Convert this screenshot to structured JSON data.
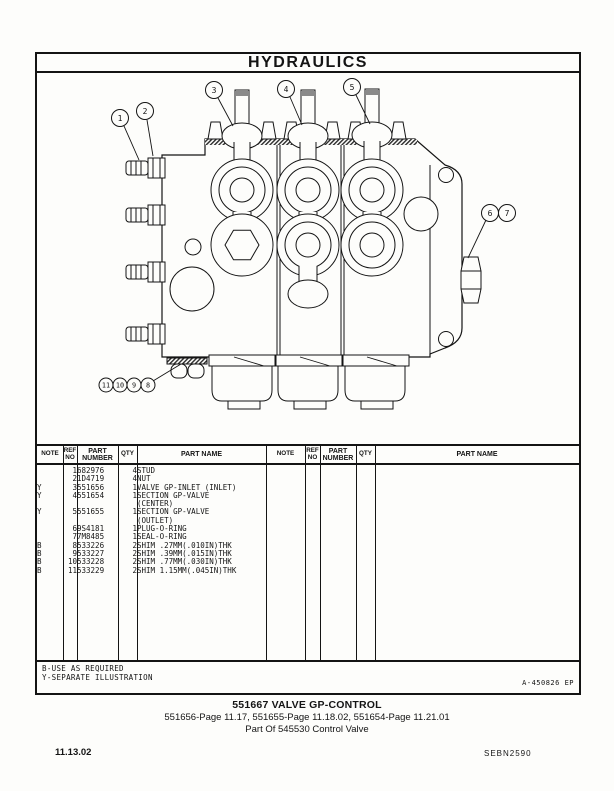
{
  "page": {
    "header_title": "HYDRAULICS",
    "illustration_ref": "A-450826 EP",
    "notes_legend": {
      "line1": "B-USE AS REQUIRED",
      "line2": "Y-SEPARATE ILLUSTRATION"
    },
    "caption": {
      "title": "551667 VALVE GP-CONTROL",
      "page_refs": "551656-Page 11.17, 551655-Page 11.18.02, 551654-Page 11.21.01",
      "part_of": "Part Of 545530 Control Valve"
    },
    "footer": {
      "date": "11.13.02",
      "doc_number": "SEBN2590"
    }
  },
  "diagram": {
    "description": "valve gp-control exploded side view, three sections",
    "callouts": [
      "1",
      "2",
      "3",
      "4",
      "5",
      "6",
      "7",
      "8",
      "9",
      "10",
      "11"
    ]
  },
  "table": {
    "headers": {
      "note": "NOTE",
      "ref_no": "REF\nNO",
      "part_number": "PART\nNUMBER",
      "qty": "QTY",
      "part_name": "PART NAME"
    },
    "rows": [
      {
        "note": "",
        "ref": "1",
        "part_number": "682976",
        "qty": "4",
        "part_name": "STUD"
      },
      {
        "note": "",
        "ref": "2",
        "part_number": "1D4719",
        "qty": "4",
        "part_name": "NUT"
      },
      {
        "note": "Y",
        "ref": "3",
        "part_number": "551656",
        "qty": "1",
        "part_name": "VALVE GP-INLET (INLET)"
      },
      {
        "note": "Y",
        "ref": "4",
        "part_number": "551654",
        "qty": "1",
        "part_name": "SECTION GP-VALVE\n(CENTER)"
      },
      {
        "note": "Y",
        "ref": "5",
        "part_number": "551655",
        "qty": "1",
        "part_name": "SECTION GP-VALVE\n(OUTLET)"
      },
      {
        "note": "",
        "ref": "6",
        "part_number": "9S4181",
        "qty": "1",
        "part_name": "PLUG-O-RING"
      },
      {
        "note": "",
        "ref": "7",
        "part_number": "7M8485",
        "qty": "1",
        "part_name": "SEAL-O-RING"
      },
      {
        "note": "B",
        "ref": "8",
        "part_number": "533226",
        "qty": "2",
        "part_name": "SHIM .27MM(.010IN)THK"
      },
      {
        "note": "B",
        "ref": "9",
        "part_number": "533227",
        "qty": "2",
        "part_name": "SHIM .39MM(.015IN)THK"
      },
      {
        "note": "B",
        "ref": "10",
        "part_number": "533228",
        "qty": "2",
        "part_name": "SHIM .77MM(.030IN)THK"
      },
      {
        "note": "B",
        "ref": "11",
        "part_number": "533229",
        "qty": "2",
        "part_name": "SHIM 1.15MM(.045IN)THK"
      }
    ]
  }
}
